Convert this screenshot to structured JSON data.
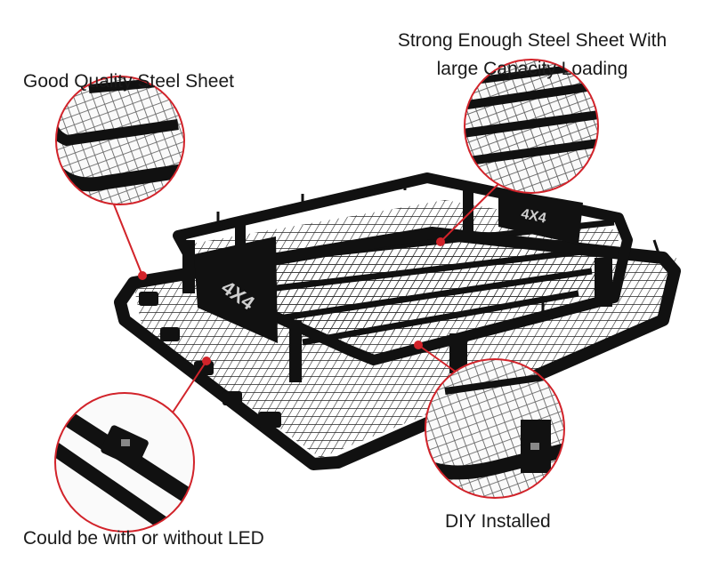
{
  "product": {
    "description": "Black steel roof cargo basket rack with wire mesh floor and 4x4 side plates"
  },
  "callouts": {
    "quality": {
      "label": "Good Quality Steel Sheet"
    },
    "strong": {
      "line1": "Strong Enough Steel Sheet With",
      "line2": "large Capacity Loading"
    },
    "led": {
      "label": "Could be with or without LED"
    },
    "diy": {
      "label": "DIY Installed"
    }
  },
  "badge": {
    "text": "4X4"
  },
  "colors": {
    "accent": "#d2232a",
    "steel": "#111111",
    "mesh": "#3a3a3a",
    "background": "#ffffff"
  }
}
